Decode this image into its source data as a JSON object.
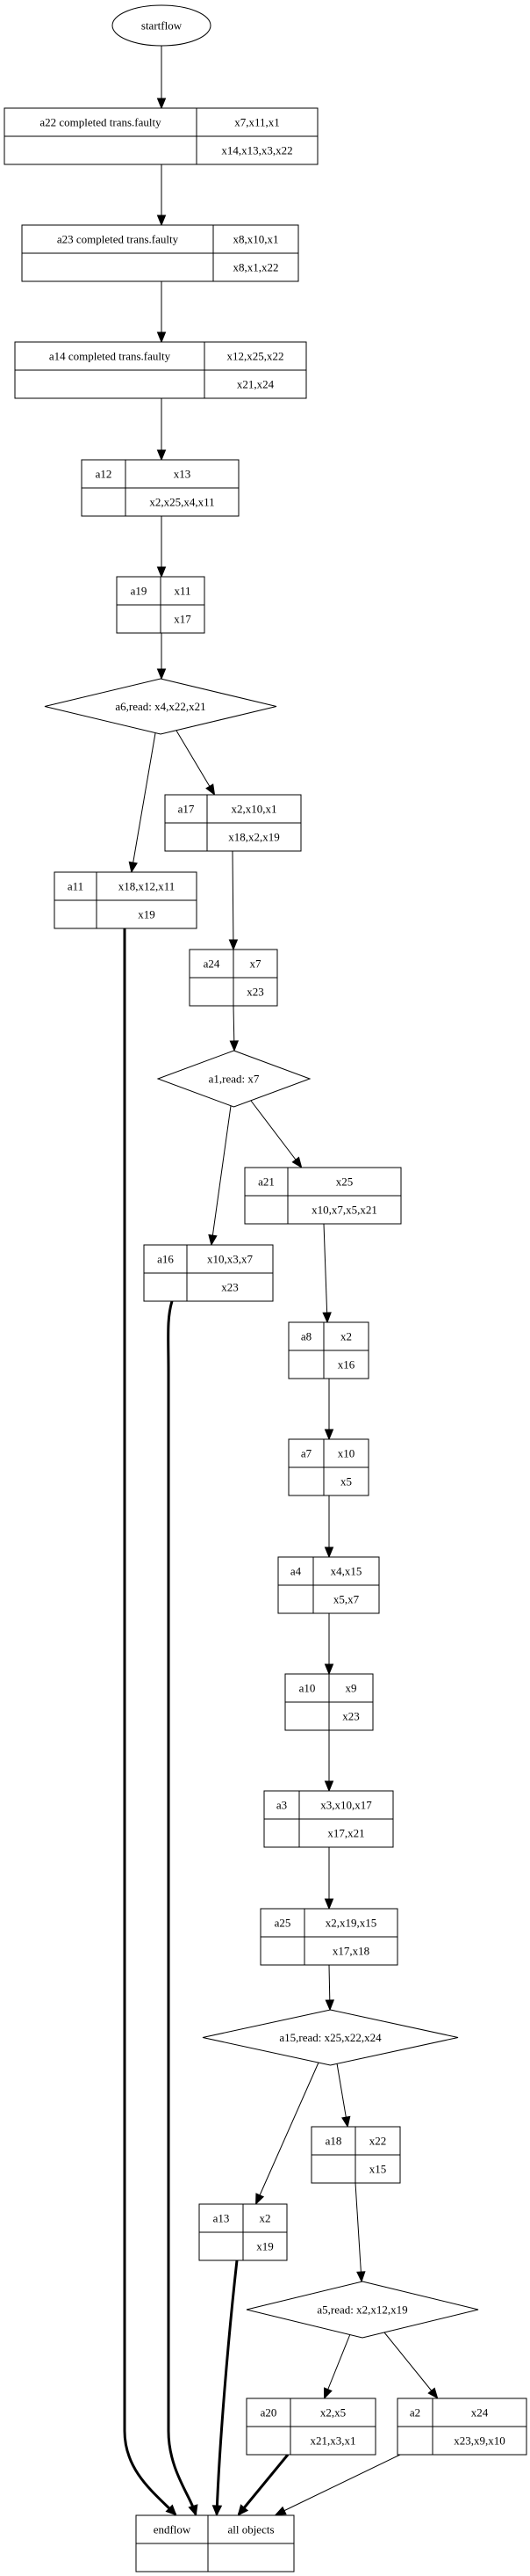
{
  "diagram": {
    "title": "",
    "start": {
      "id": "startflow",
      "label": "startflow"
    },
    "end": {
      "id": "endflow",
      "label": "endflow",
      "objects_label": "all objects"
    },
    "nodes": [
      {
        "id": "a22",
        "kind": "action",
        "label": "a22  completed trans.faulty",
        "top": "x7,x11,x1",
        "bottom": "x14,x13,x3,x22"
      },
      {
        "id": "a23",
        "kind": "action",
        "label": "a23  completed trans.faulty",
        "top": "x8,x10,x1",
        "bottom": "x8,x1,x22"
      },
      {
        "id": "a14",
        "kind": "action",
        "label": "a14  completed trans.faulty",
        "top": "x12,x25,x22",
        "bottom": "x21,x24"
      },
      {
        "id": "a12",
        "kind": "action",
        "label": "a12",
        "top": "x13",
        "bottom": "x2,x25,x4,x11"
      },
      {
        "id": "a19",
        "kind": "action",
        "label": "a19",
        "top": "x11",
        "bottom": "x17"
      },
      {
        "id": "a6",
        "kind": "decision",
        "label": "a6,read: x4,x22,x21"
      },
      {
        "id": "a17",
        "kind": "action",
        "label": "a17",
        "top": "x2,x10,x1",
        "bottom": "x18,x2,x19"
      },
      {
        "id": "a11",
        "kind": "action",
        "label": "a11",
        "top": "x18,x12,x11",
        "bottom": "x19"
      },
      {
        "id": "a24",
        "kind": "action",
        "label": "a24",
        "top": "x7",
        "bottom": "x23"
      },
      {
        "id": "a1",
        "kind": "decision",
        "label": "a1,read: x7"
      },
      {
        "id": "a21",
        "kind": "action",
        "label": "a21",
        "top": "x25",
        "bottom": "x10,x7,x5,x21"
      },
      {
        "id": "a16",
        "kind": "action",
        "label": "a16",
        "top": "x10,x3,x7",
        "bottom": "x23"
      },
      {
        "id": "a8",
        "kind": "action",
        "label": "a8",
        "top": "x2",
        "bottom": "x16"
      },
      {
        "id": "a7",
        "kind": "action",
        "label": "a7",
        "top": "x10",
        "bottom": "x5"
      },
      {
        "id": "a4",
        "kind": "action",
        "label": "a4",
        "top": "x4,x15",
        "bottom": "x5,x7"
      },
      {
        "id": "a10",
        "kind": "action",
        "label": "a10",
        "top": "x9",
        "bottom": "x23"
      },
      {
        "id": "a3",
        "kind": "action",
        "label": "a3",
        "top": "x3,x10,x17",
        "bottom": "x17,x21"
      },
      {
        "id": "a25",
        "kind": "action",
        "label": "a25",
        "top": "x2,x19,x15",
        "bottom": "x17,x18"
      },
      {
        "id": "a15",
        "kind": "decision",
        "label": "a15,read: x25,x22,x24"
      },
      {
        "id": "a18",
        "kind": "action",
        "label": "a18",
        "top": "x22",
        "bottom": "x15"
      },
      {
        "id": "a13",
        "kind": "action",
        "label": "a13",
        "top": "x2",
        "bottom": "x19"
      },
      {
        "id": "a5",
        "kind": "decision",
        "label": "a5,read: x2,x12,x19"
      },
      {
        "id": "a20",
        "kind": "action",
        "label": "a20",
        "top": "x2,x5",
        "bottom": "x21,x3,x1"
      },
      {
        "id": "a2",
        "kind": "action",
        "label": "a2",
        "top": "x24",
        "bottom": "x23,x9,x10"
      }
    ],
    "edges": [
      {
        "from": "startflow",
        "to": "a22",
        "style": "normal"
      },
      {
        "from": "a22",
        "to": "a23",
        "style": "normal"
      },
      {
        "from": "a23",
        "to": "a14",
        "style": "normal"
      },
      {
        "from": "a14",
        "to": "a12",
        "style": "normal"
      },
      {
        "from": "a12",
        "to": "a19",
        "style": "normal"
      },
      {
        "from": "a19",
        "to": "a6",
        "style": "normal"
      },
      {
        "from": "a6",
        "to": "a11",
        "style": "normal"
      },
      {
        "from": "a6",
        "to": "a17",
        "style": "normal"
      },
      {
        "from": "a17",
        "to": "a24",
        "style": "normal"
      },
      {
        "from": "a24",
        "to": "a1",
        "style": "normal"
      },
      {
        "from": "a1",
        "to": "a16",
        "style": "normal"
      },
      {
        "from": "a1",
        "to": "a21",
        "style": "normal"
      },
      {
        "from": "a21",
        "to": "a8",
        "style": "normal"
      },
      {
        "from": "a8",
        "to": "a7",
        "style": "normal"
      },
      {
        "from": "a7",
        "to": "a4",
        "style": "normal"
      },
      {
        "from": "a4",
        "to": "a10",
        "style": "normal"
      },
      {
        "from": "a10",
        "to": "a3",
        "style": "normal"
      },
      {
        "from": "a3",
        "to": "a25",
        "style": "normal"
      },
      {
        "from": "a25",
        "to": "a15",
        "style": "normal"
      },
      {
        "from": "a15",
        "to": "a13",
        "style": "normal"
      },
      {
        "from": "a15",
        "to": "a18",
        "style": "normal"
      },
      {
        "from": "a18",
        "to": "a5",
        "style": "normal"
      },
      {
        "from": "a5",
        "to": "a20",
        "style": "normal"
      },
      {
        "from": "a5",
        "to": "a2",
        "style": "normal"
      },
      {
        "from": "a11",
        "to": "endflow",
        "style": "bold"
      },
      {
        "from": "a16",
        "to": "endflow",
        "style": "bold"
      },
      {
        "from": "a13",
        "to": "endflow",
        "style": "bold"
      },
      {
        "from": "a20",
        "to": "endflow",
        "style": "bold"
      },
      {
        "from": "a2",
        "to": "endflow",
        "style": "normal"
      }
    ]
  }
}
